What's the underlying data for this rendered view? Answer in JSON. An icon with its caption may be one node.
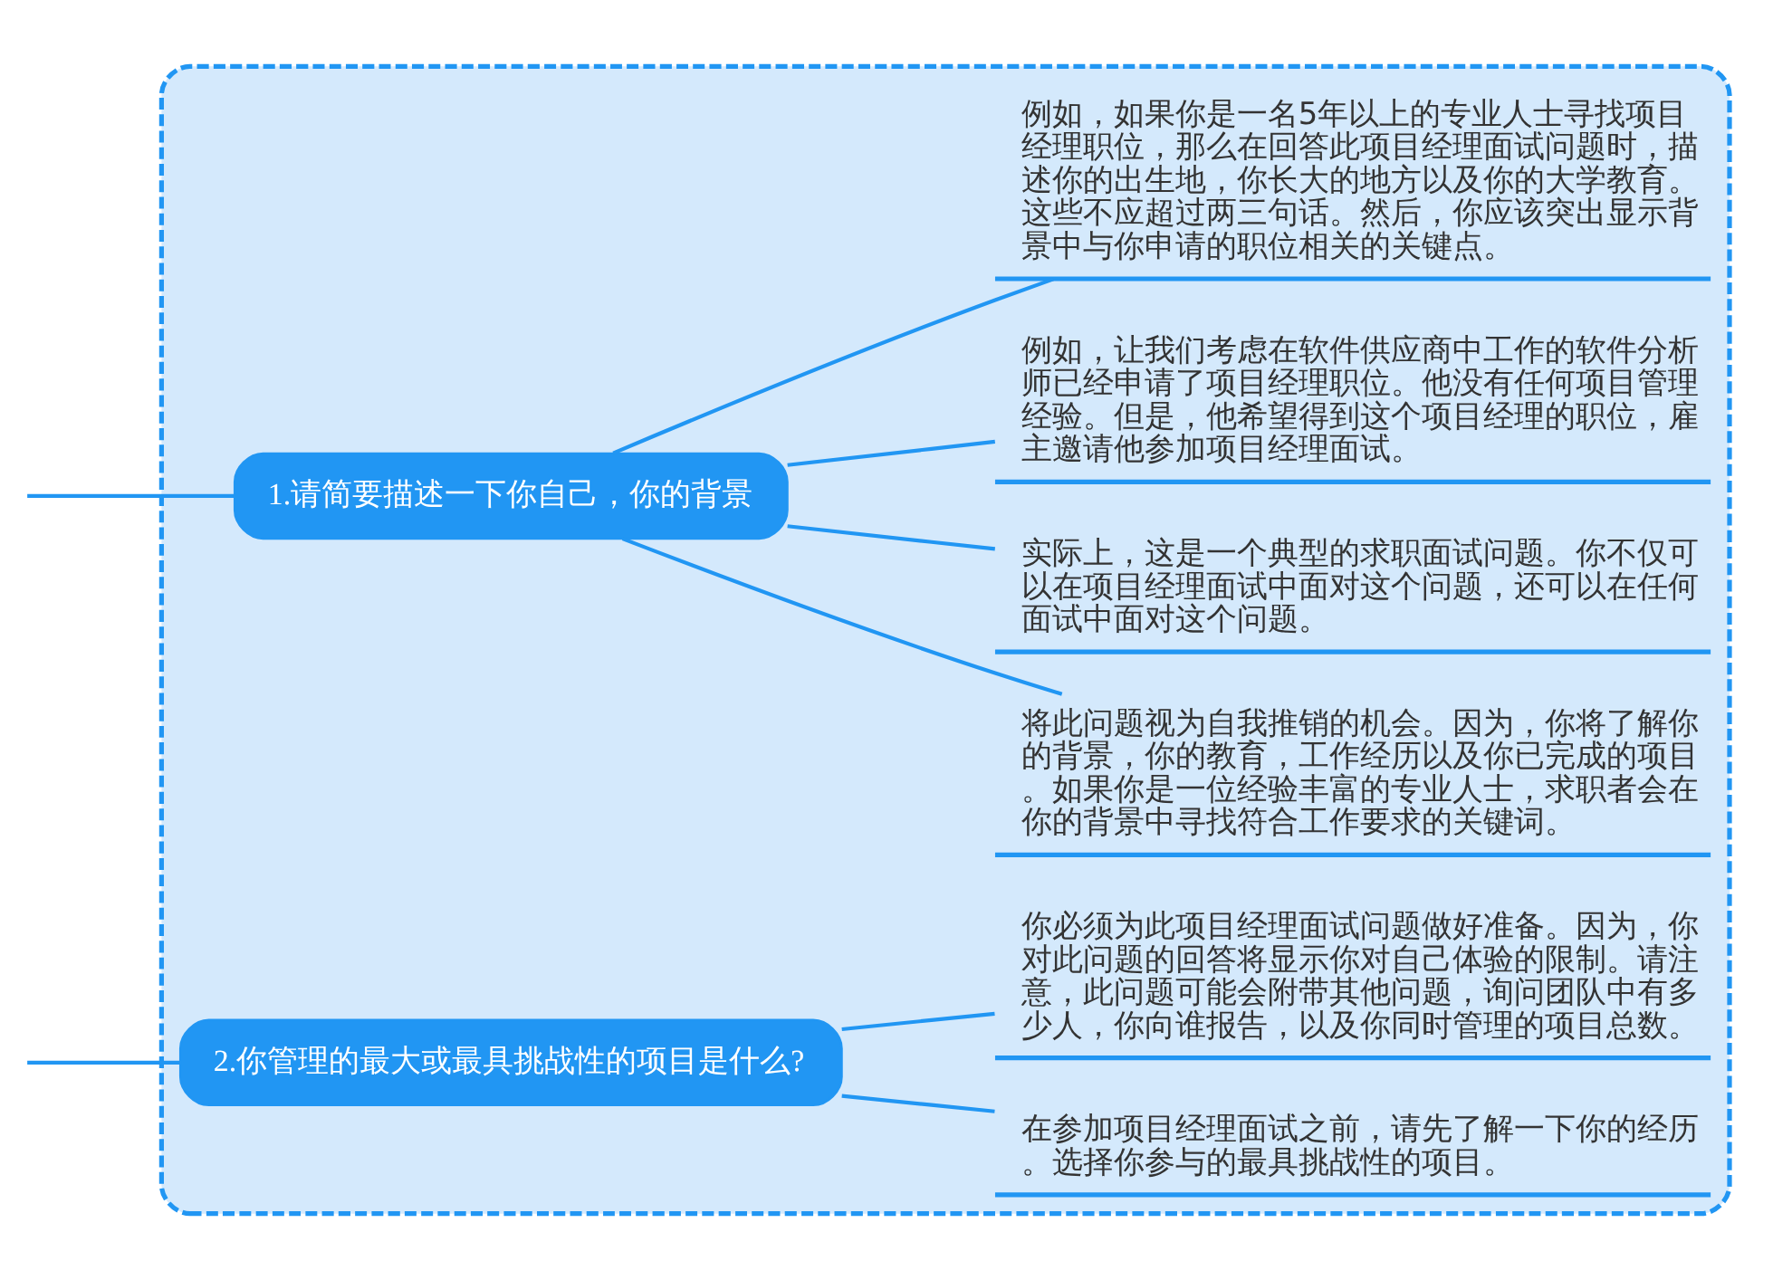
{
  "diagram": {
    "nodes": [
      {
        "text": [],
        "shape": "box"
      },
      {
        "text": [
          "1.请简要描述一下你自己，你的背景"
        ],
        "in": 0
      },
      {
        "text": [
          "实际上，这是一个典型的求职面试问题。你不仅可以在项目经理面试中面对这个问题，还可以在任何面试中面对这个问题。"
        ],
        "in": 0
      },
      {
        "text": [
          "将此问题视为自我推销的机会。因为，你将了解你的背景，你的教育，工作经历以及你已完成的项目。如果你是一位经验丰富的专业人士，求职者会在你的背景中寻找符合工作要求的关键词。"
        ],
        "in": 0
      },
      {
        "text": [
          "例如，如果你是一名5年以上的专业人士寻找项目经理职位，那么在回答此项目经理面试问题时，描述你的出生地，你长大的地方以及你的大学教育。这些不应超过两三句话。然后，你应该突出显示背景中与你申请的职位相关的关键点。"
        ],
        "in": 0
      },
      {
        "text": [
          "例如，让我们考虑在软件供应商中工作的软件分析师已经申请了项目经理职位。他没有任何项目管理经验。但是，他希望得到这个项目经理的职位，雇主邀请他参加项目经理面试。"
        ],
        "in": 0
      },
      {
        "text": [
          "2.你管理的最大或最具挑战性的项目是什么?"
        ],
        "in": 0
      },
      {
        "text": [
          "你必须为此项目经理面试问题做好准备。因为，你对此问题的回答将显示你对自己体验的限制。请注意，此问题可能会附带其他问题，询问团队中有多少人，你向谁报告，以及你同时管理的项目总数。"
        ],
        "in": 0
      },
      {
        "text": [
          "在参加项目经理面试之前，请先了解一下你的经历。选择你参与的最具挑战性的项目。"
        ],
        "in": 0
      }
    ],
    "edges": [
      {
        "from": null,
        "to": 1,
        "arrow": "none"
      },
      {
        "from": 1,
        "to": 2,
        "arrow": "none"
      },
      {
        "from": 1,
        "to": 3,
        "arrow": "none"
      },
      {
        "from": 1,
        "to": 4,
        "arrow": "none"
      },
      {
        "from": 1,
        "to": 5,
        "arrow": "none"
      },
      {
        "from": null,
        "to": 6,
        "arrow": "none"
      },
      {
        "from": 6,
        "to": 7,
        "arrow": "none"
      },
      {
        "from": 6,
        "to": 8,
        "arrow": "none"
      }
    ]
  }
}
